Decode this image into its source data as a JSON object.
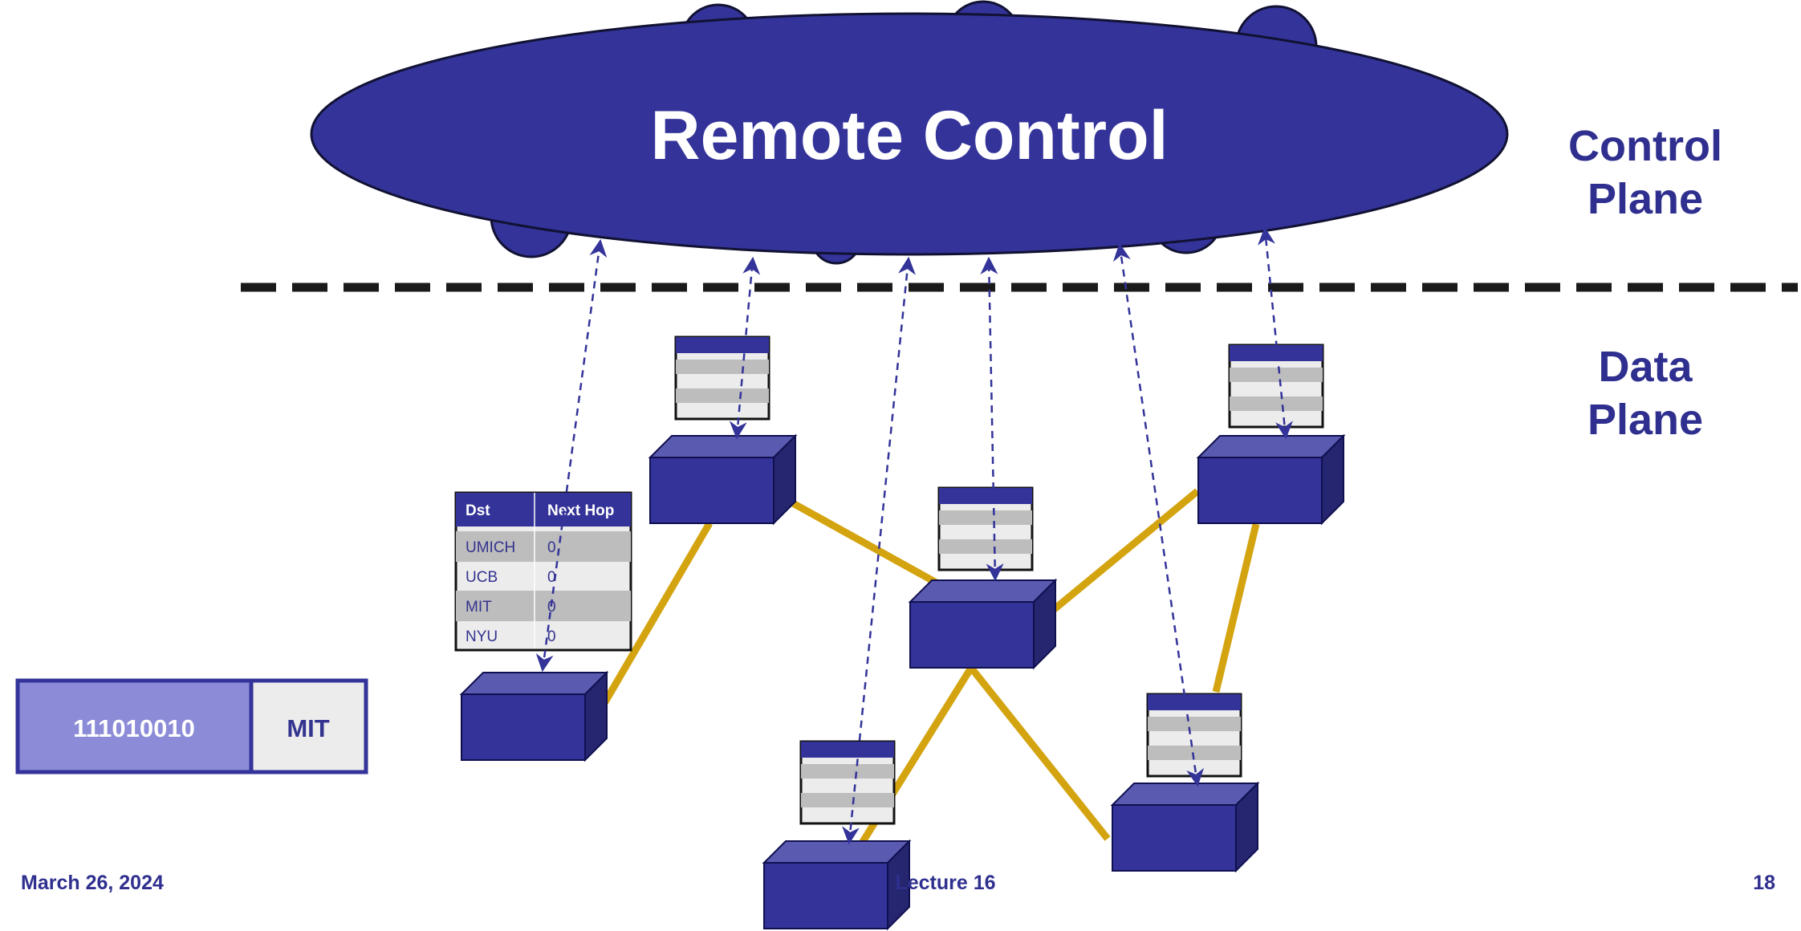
{
  "diagram": {
    "title": "Remote Control",
    "control_plane_label": [
      "Control",
      "Plane"
    ],
    "data_plane_label": [
      "Data",
      "Plane"
    ],
    "forwarding_table": {
      "headers": [
        "Dst",
        "Next Hop"
      ],
      "rows": [
        [
          "UMICH",
          "0"
        ],
        [
          "UCB",
          "0"
        ],
        [
          "MIT",
          "0"
        ],
        [
          "NYU",
          "0"
        ]
      ]
    },
    "packet": {
      "header_bits": "111010010",
      "destination": "MIT"
    }
  },
  "footer": {
    "date": "March 26, 2024",
    "lecture": "Lecture 16",
    "page": "18"
  },
  "colors": {
    "navy": "#333399",
    "link": "#d4a410",
    "packet_left": "#8b8bd8",
    "table_light": "#ececec",
    "table_dark": "#bdbdbd"
  }
}
